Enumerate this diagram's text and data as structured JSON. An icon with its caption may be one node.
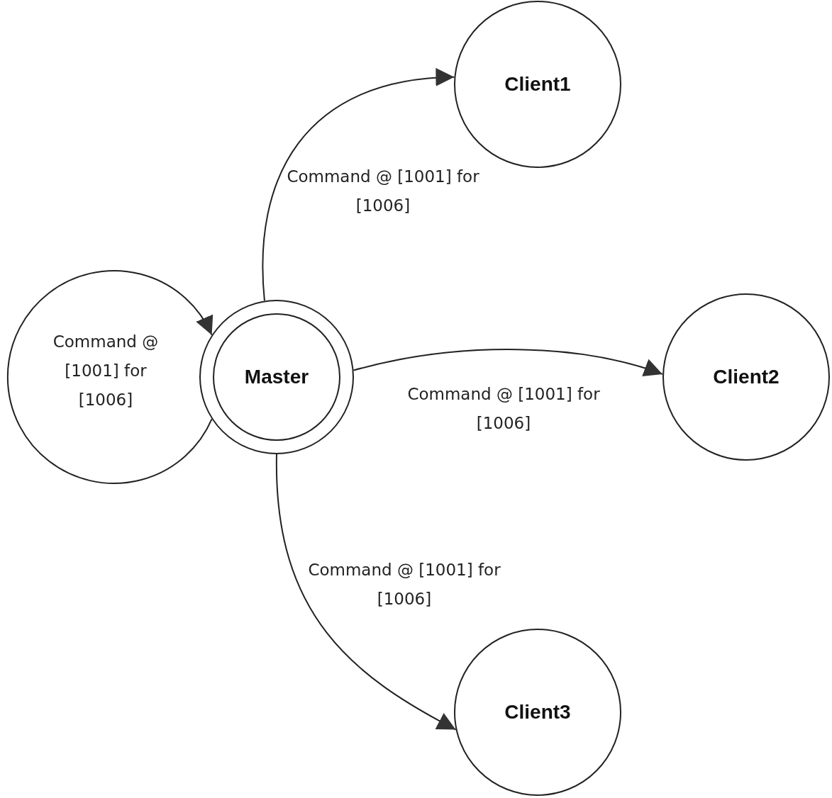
{
  "diagram": {
    "nodes": [
      {
        "text": [
          "Master"
        ]
      },
      {
        "text": [
          "Client1"
        ]
      },
      {
        "text": [
          "Client2"
        ]
      },
      {
        "text": [
          "Client3"
        ]
      }
    ],
    "edges": [
      {
        "from": 0,
        "to": 0,
        "arrow": "to",
        "label": "Command @ [1001] for [1006]"
      },
      {
        "from": 0,
        "to": 1,
        "arrow": "to",
        "label": "Command @ [1001] for [1006]"
      },
      {
        "from": 0,
        "to": 2,
        "arrow": "to",
        "label": "Command @ [1001] for [1006]"
      },
      {
        "from": 0,
        "to": 3,
        "arrow": "to",
        "label": "Command @ [1001] for [1006]"
      }
    ]
  }
}
